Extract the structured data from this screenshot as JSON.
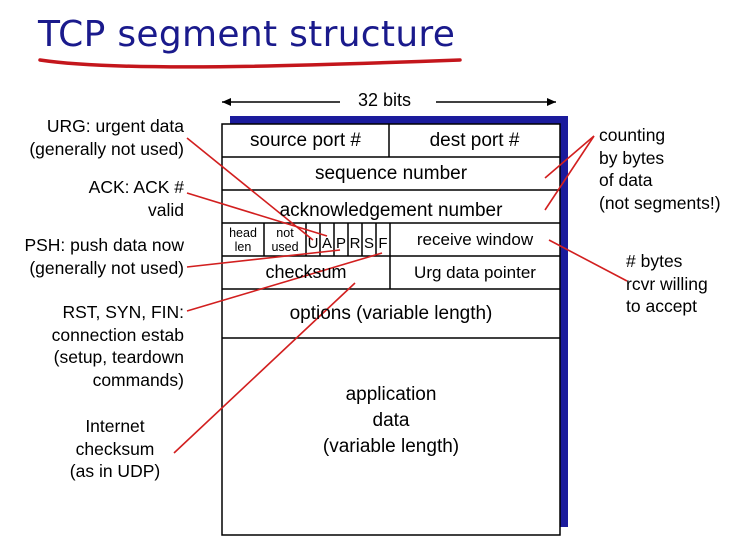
{
  "title": "TCP segment structure",
  "width_label": "32 bits",
  "fields": {
    "source_port": "source port #",
    "dest_port": "dest port #",
    "sequence_number": "sequence number",
    "ack_number": "acknowledgement number",
    "head_len": [
      "head",
      "len"
    ],
    "not_used": [
      "not",
      "used"
    ],
    "flags": [
      "U",
      "A",
      "P",
      "R",
      "S",
      "F"
    ],
    "receive_window": "receive window",
    "checksum": "checksum",
    "urg_pointer": "Urg data pointer",
    "options": "options (variable length)",
    "data": [
      "application",
      "data",
      "(variable length)"
    ]
  },
  "annotations": {
    "urg": [
      "URG: urgent data",
      "(generally not used)"
    ],
    "ack": [
      "ACK: ACK #",
      "valid"
    ],
    "psh": [
      "PSH: push data now",
      "(generally not used)"
    ],
    "rst": [
      "RST, SYN, FIN:",
      "connection estab",
      "(setup, teardown",
      "commands)"
    ],
    "checksum": [
      "Internet",
      "checksum",
      "(as in UDP)"
    ],
    "counting": [
      "counting",
      "by bytes",
      "of data",
      "(not segments!)"
    ],
    "window": [
      "# bytes",
      "rcvr willing",
      "to accept"
    ]
  },
  "colors": {
    "title": "#1a1a8c",
    "underline": "#c4161c",
    "shadow": "#1b1b9c",
    "arrow": "#d21f1f"
  }
}
